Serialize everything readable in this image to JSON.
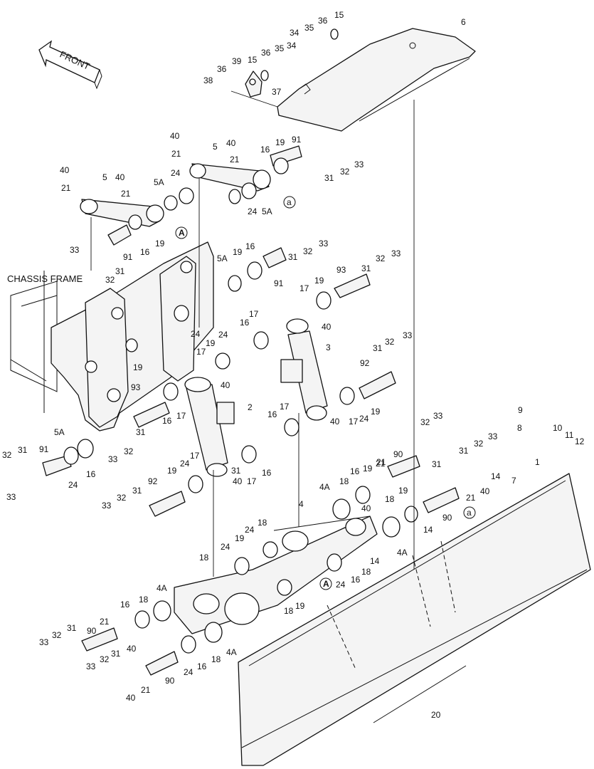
{
  "labels": {
    "front": "FRONT",
    "chassis": "CHASSIS FRAME",
    "ref_A": "A",
    "ref_a": "a",
    "p1": "1",
    "p2": "2",
    "p3": "3",
    "p4": "4",
    "p4A": "4A",
    "p5": "5",
    "p5A": "5A",
    "p6": "6",
    "p7": "7",
    "p8": "8",
    "p9": "9",
    "p10": "10",
    "p11": "11",
    "p12": "12",
    "p14": "14",
    "p15": "15",
    "p16": "16",
    "p17": "17",
    "p18": "18",
    "p19": "19",
    "p20": "20",
    "p21": "21",
    "p24": "24",
    "p31": "31",
    "p32": "32",
    "p33": "33",
    "p34": "34",
    "p35": "35",
    "p36": "36",
    "p37": "37",
    "p38": "38",
    "p39": "39",
    "p40": "40",
    "p90": "90",
    "p91": "91",
    "p92": "92",
    "p93": "93"
  }
}
